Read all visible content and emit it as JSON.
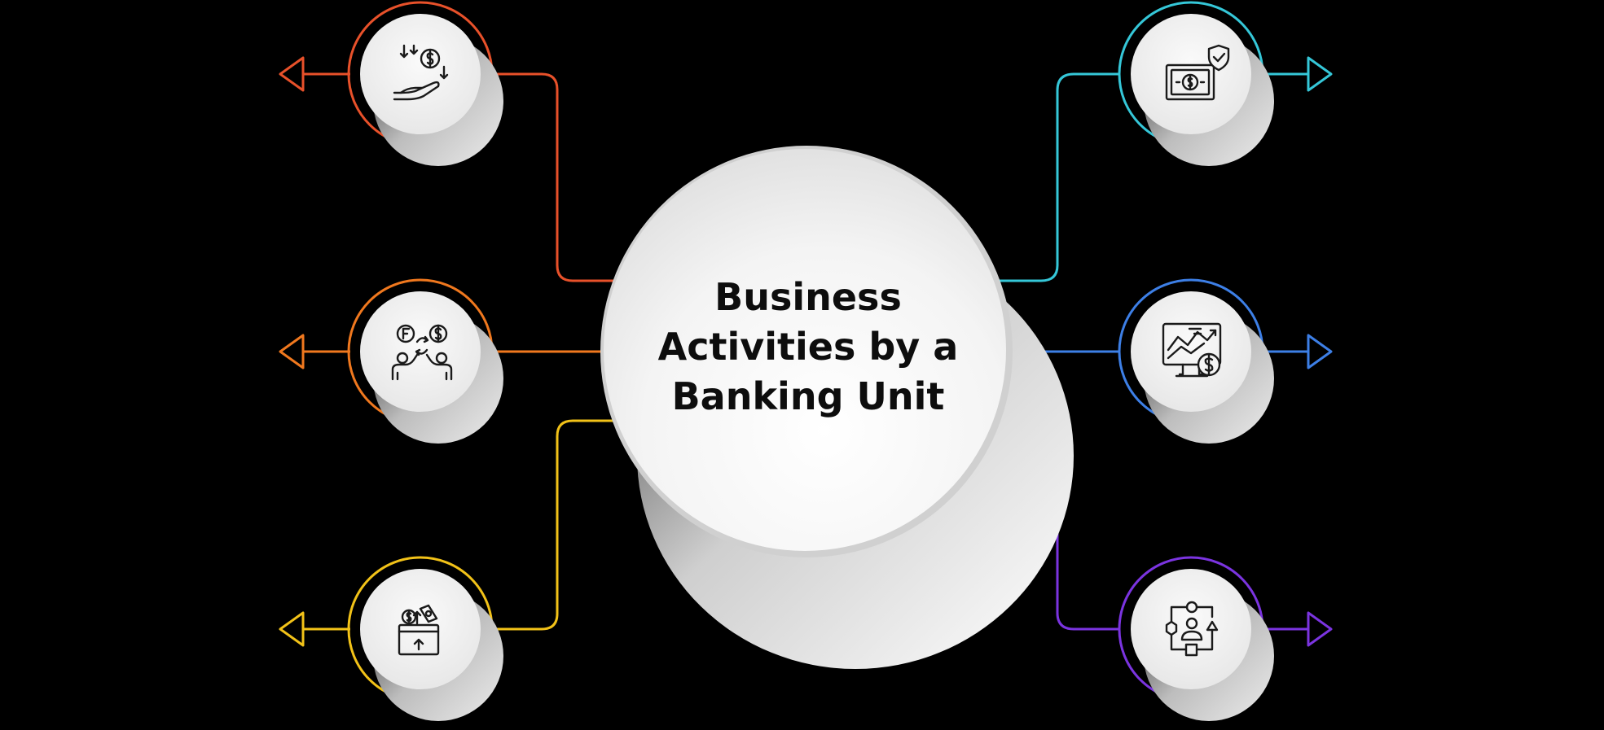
{
  "center": {
    "title_lines": [
      "Business",
      "Activities by a",
      "Banking Unit"
    ]
  },
  "colors": {
    "background": "#000000",
    "node_fill": "#f2f2f2",
    "icon_stroke": "#1a1a1a"
  },
  "nodes": [
    {
      "id": "deposits",
      "icon": "hand-receiving-money-icon",
      "side": "left",
      "color": "#e8512a"
    },
    {
      "id": "currency-exchange",
      "icon": "currency-exchange-people-icon",
      "side": "left",
      "color": "#f0781e"
    },
    {
      "id": "savings-box",
      "icon": "money-box-icon",
      "side": "left",
      "color": "#f2c218"
    },
    {
      "id": "secure-money",
      "icon": "banknote-shield-icon",
      "side": "right",
      "color": "#35c7d8"
    },
    {
      "id": "financial-analytics",
      "icon": "monitor-chart-dollar-icon",
      "side": "right",
      "color": "#3d7fe6"
    },
    {
      "id": "workflow",
      "icon": "person-workflow-icon",
      "side": "right",
      "color": "#7b34e0"
    }
  ]
}
